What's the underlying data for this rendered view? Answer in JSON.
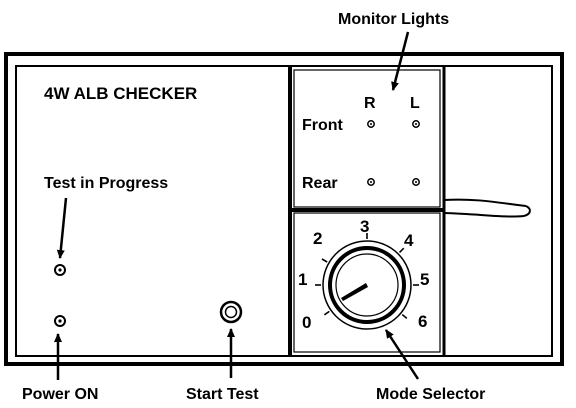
{
  "colors": {
    "ink": "#000000",
    "paper": "#ffffff"
  },
  "title": "4W ALB CHECKER",
  "callouts": {
    "monitor_lights": "Monitor Lights",
    "test_in_progress": "Test in Progress",
    "power_on": "Power ON",
    "start_test": "Start Test",
    "mode_selector": "Mode Selector"
  },
  "monitor": {
    "col_right": "R",
    "col_left": "L",
    "row_front": "Front",
    "row_rear": "Rear"
  },
  "dial": {
    "numbers": [
      "0",
      "1",
      "2",
      "3",
      "4",
      "5",
      "6"
    ],
    "pointer_setting": "0"
  },
  "icons": {
    "lamp": "small-ring-lamp",
    "button": "round-push-button",
    "knob": "rotary-knob"
  }
}
